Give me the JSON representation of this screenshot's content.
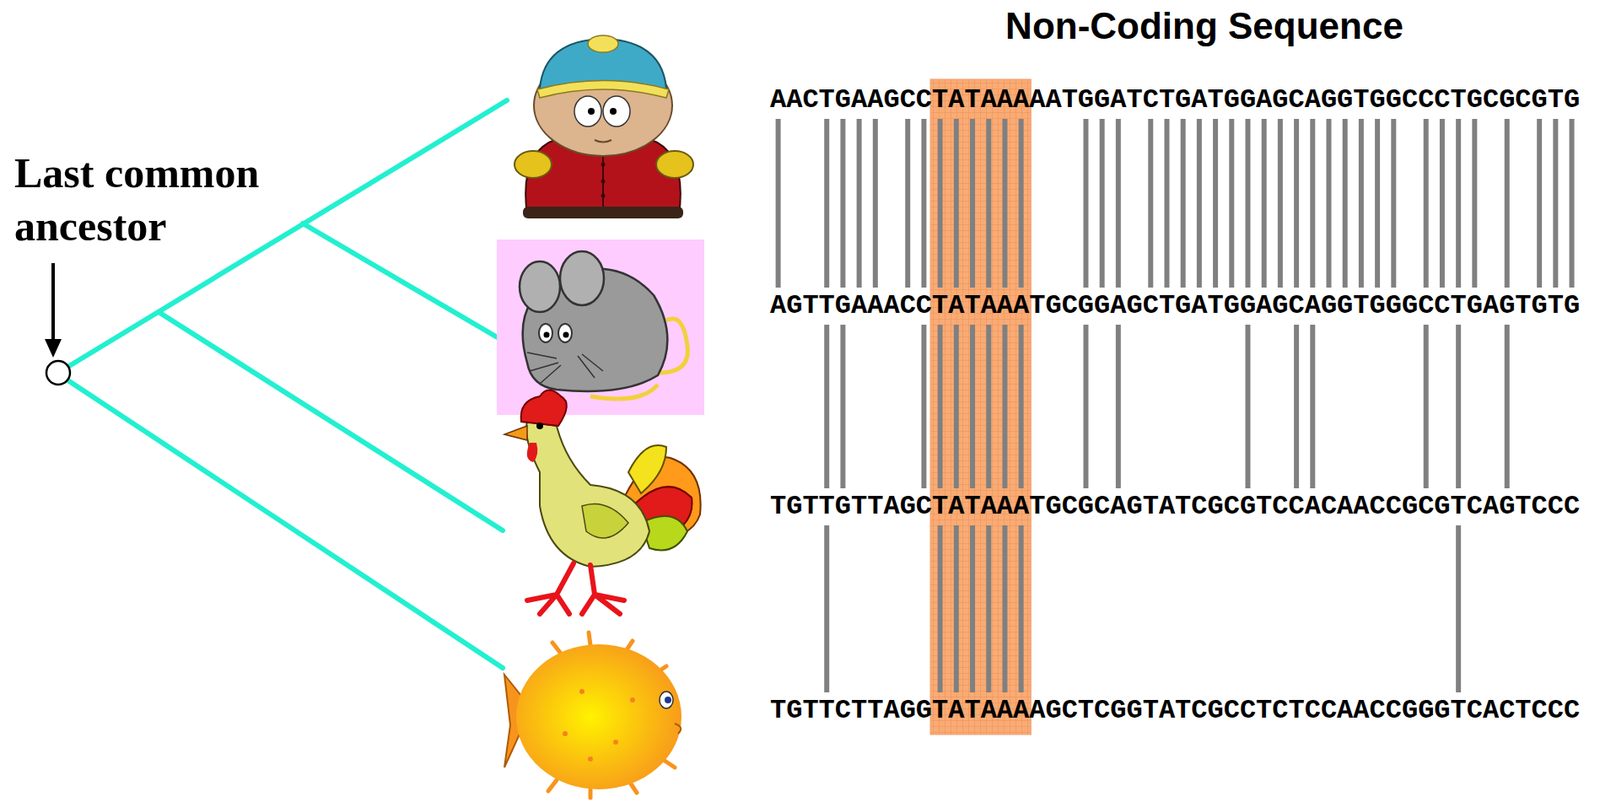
{
  "diagram": {
    "title": "Non-Coding Sequence",
    "labels": [
      "Last common ancestor",
      "AACTGAAGCCTATAAAAATGGATCTGATGGAGCAGGTGGCCCTGCGCGTG",
      "AGTTGAAACCTATAAATGCGGAGCTGATGGAGCAGGTGGGCCTGAGTGTG",
      "TGTTGTTAGCTATAAATGCGCAGTATCGCGTCCACAACCGCGTCAGTCCC",
      "TGTTCTTAGGTATAAAAGCTCGGTATCGCCTCTCCAACCGGGTCACTCCC"
    ]
  }
}
